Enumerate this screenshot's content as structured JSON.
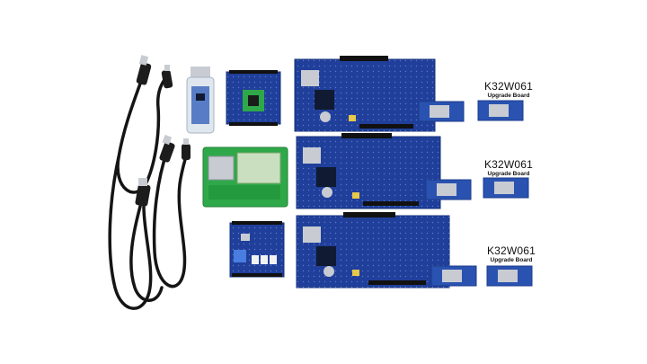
{
  "labels": [
    {
      "model": "K32W061",
      "subtitle": "Upgrade Board"
    },
    {
      "model": "K32W061",
      "subtitle": "Upgrade Board"
    },
    {
      "model": "K32W061",
      "subtitle": "Upgrade Board"
    }
  ],
  "colors": {
    "background": "#ffffff",
    "pcb_blue": "#1f3f9a",
    "pcb_blue_dark": "#16307a",
    "pcb_green": "#2fa84a",
    "cable": "#151515",
    "connector_silver": "#c8ccd2",
    "label_text": "#111111"
  }
}
